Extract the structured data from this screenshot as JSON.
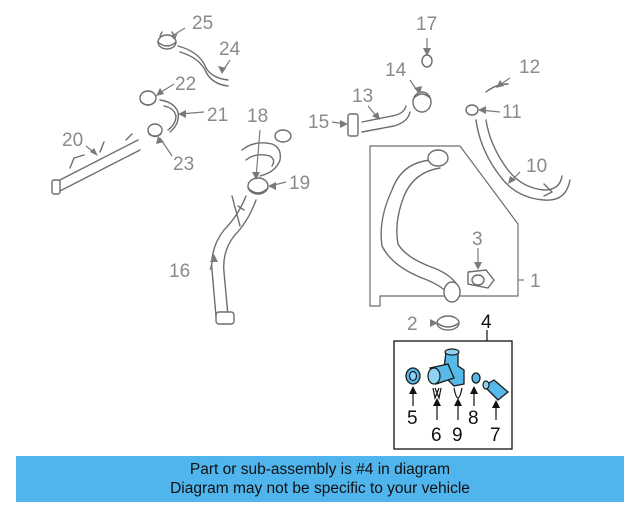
{
  "callouts": {
    "c1": "1",
    "c2": "2",
    "c3": "3",
    "c4": "4",
    "c5": "5",
    "c6": "6",
    "c7": "7",
    "c8": "8",
    "c9": "9",
    "c10": "10",
    "c11": "11",
    "c12": "12",
    "c13": "13",
    "c14": "14",
    "c15": "15",
    "c16": "16",
    "c17": "17",
    "c18": "18",
    "c19": "19",
    "c20": "20",
    "c21": "21",
    "c22": "22",
    "c23": "23",
    "c24": "24",
    "c25": "25"
  },
  "highlighted_part": "4",
  "colors": {
    "highlight": "#56b9e8",
    "banner": "#4fb5ec",
    "line": "#6d6d6d"
  },
  "banner": {
    "line1": "Part or sub-assembly is #4 in diagram",
    "line2": "Diagram may not be specific to your vehicle"
  }
}
